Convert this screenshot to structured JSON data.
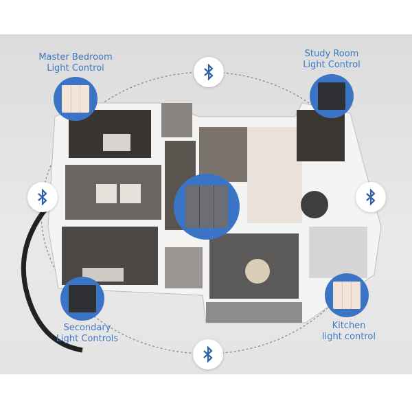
{
  "labels": {
    "master_bedroom": [
      "Master Bedroom",
      "Light Control"
    ],
    "study_room": [
      "Study Room",
      "Light Control"
    ],
    "secondary": [
      "Secondary",
      "Light Controls"
    ],
    "kitchen": [
      "Kitchen",
      "light control"
    ]
  },
  "icons": [
    "bluetooth-icon",
    "light-switch-icon"
  ],
  "colors": {
    "accent": "#3b74c4",
    "label": "#3f79c7",
    "beige_switch": "#f3e3d8",
    "dark_switch": "#2f3033",
    "grey_switch": "#6c6e73"
  }
}
